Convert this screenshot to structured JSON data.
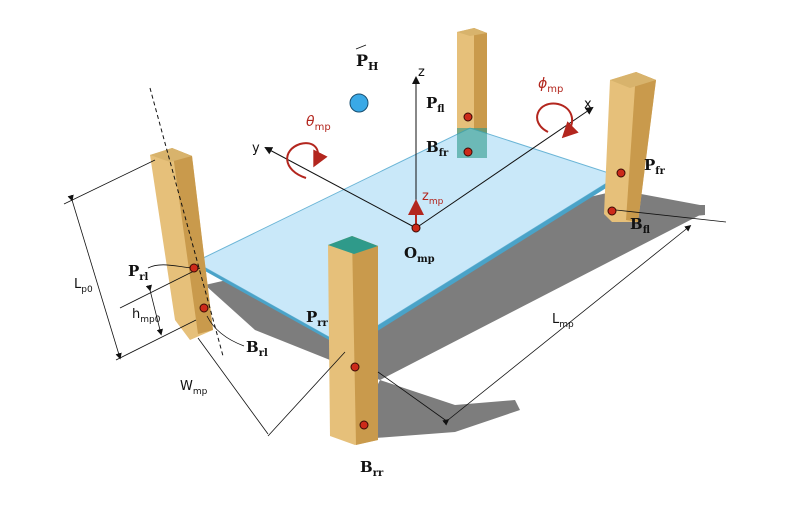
{
  "colors": {
    "plate": "#c9e8f9",
    "plate_edge": "#4aa3c8",
    "pillar_light": "#e6c07a",
    "pillar_dark": "#c99a4c",
    "pillar_top": "#2f9a8a",
    "shadow": "#7d7d7d",
    "point": "#cc2a1a",
    "accent_red": "#b3261e",
    "mass_point": "#3aa9e6"
  },
  "labels": {
    "PH": {
      "main": "P",
      "sub": "H"
    },
    "Pfl": {
      "main": "P",
      "sub": "fl"
    },
    "Bfr": {
      "main": "B",
      "sub": "fr"
    },
    "Pfr": {
      "main": "P",
      "sub": "fr"
    },
    "Bfl": {
      "main": "B",
      "sub": "fl"
    },
    "Prl": {
      "main": "P",
      "sub": "rl"
    },
    "Brl": {
      "main": "B",
      "sub": "rl"
    },
    "Prr": {
      "main": "P",
      "sub": "rr"
    },
    "Brr": {
      "main": "B",
      "sub": "rr"
    },
    "Omp": {
      "main": "O",
      "sub": "mp"
    }
  },
  "axes": {
    "x": "x",
    "y": "y",
    "z": "z"
  },
  "angles": {
    "theta": {
      "main": "θ",
      "sub": "mp"
    },
    "phi": {
      "main": "ϕ",
      "sub": "mp"
    },
    "zmp": {
      "main": "z",
      "sub": "mp"
    }
  },
  "dims": {
    "Lp0": {
      "main": "L",
      "sub": "p0"
    },
    "hmp0": {
      "main": "h",
      "sub": "mp0"
    },
    "Wmp": {
      "main": "W",
      "sub": "mp"
    },
    "Lmp": {
      "main": "L",
      "sub": "mp"
    }
  }
}
